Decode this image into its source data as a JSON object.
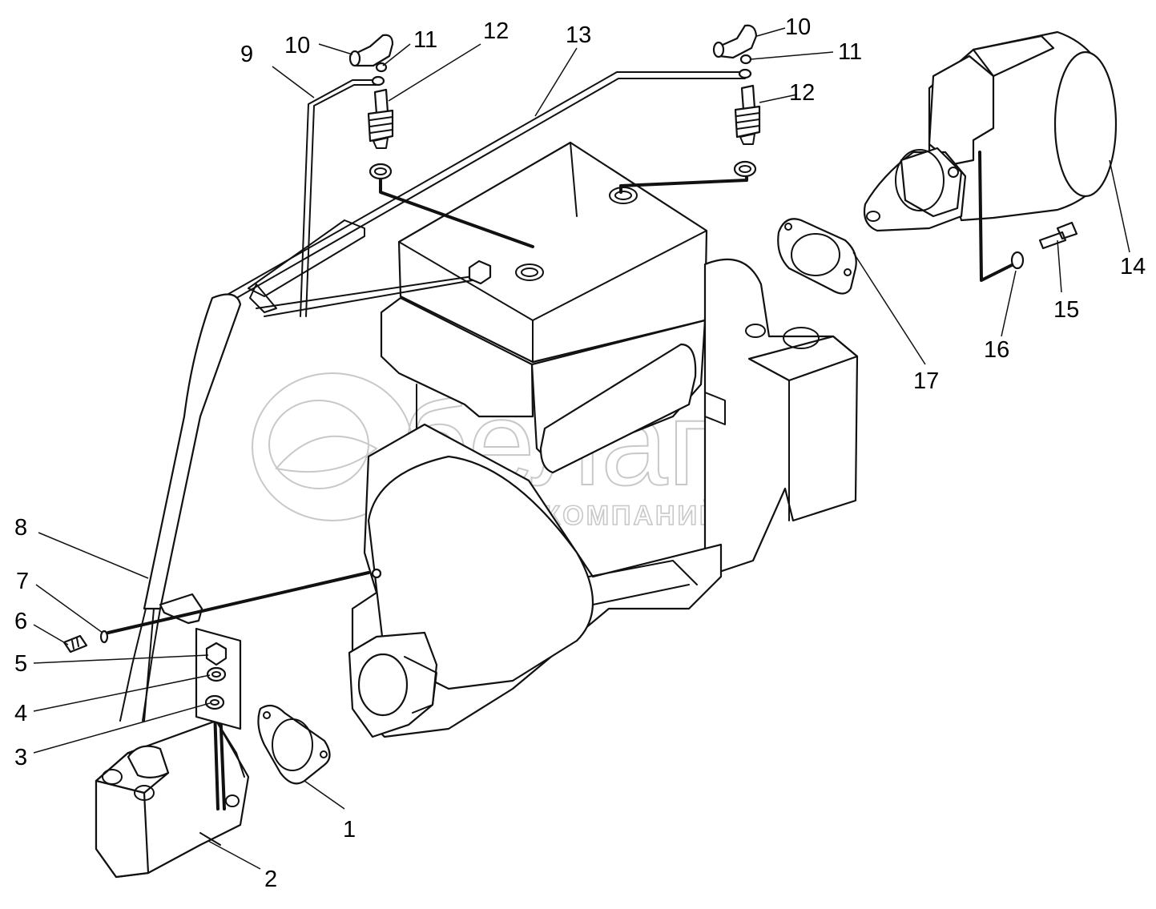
{
  "watermark": {
    "brand": "белагро",
    "tagline": "ГРУППА КОМПАНИЙ",
    "color": "#c8c8c8"
  },
  "callouts": {
    "c1": "1",
    "c2": "2",
    "c3": "3",
    "c4": "4",
    "c5": "5",
    "c6": "6",
    "c7": "7",
    "c8": "8",
    "c9": "9",
    "c10a": "10",
    "c10b": "10",
    "c11a": "11",
    "c11b": "11",
    "c12a": "12",
    "c12b": "12",
    "c13": "13",
    "c14": "14",
    "c15": "15",
    "c16": "16",
    "c17": "17"
  }
}
